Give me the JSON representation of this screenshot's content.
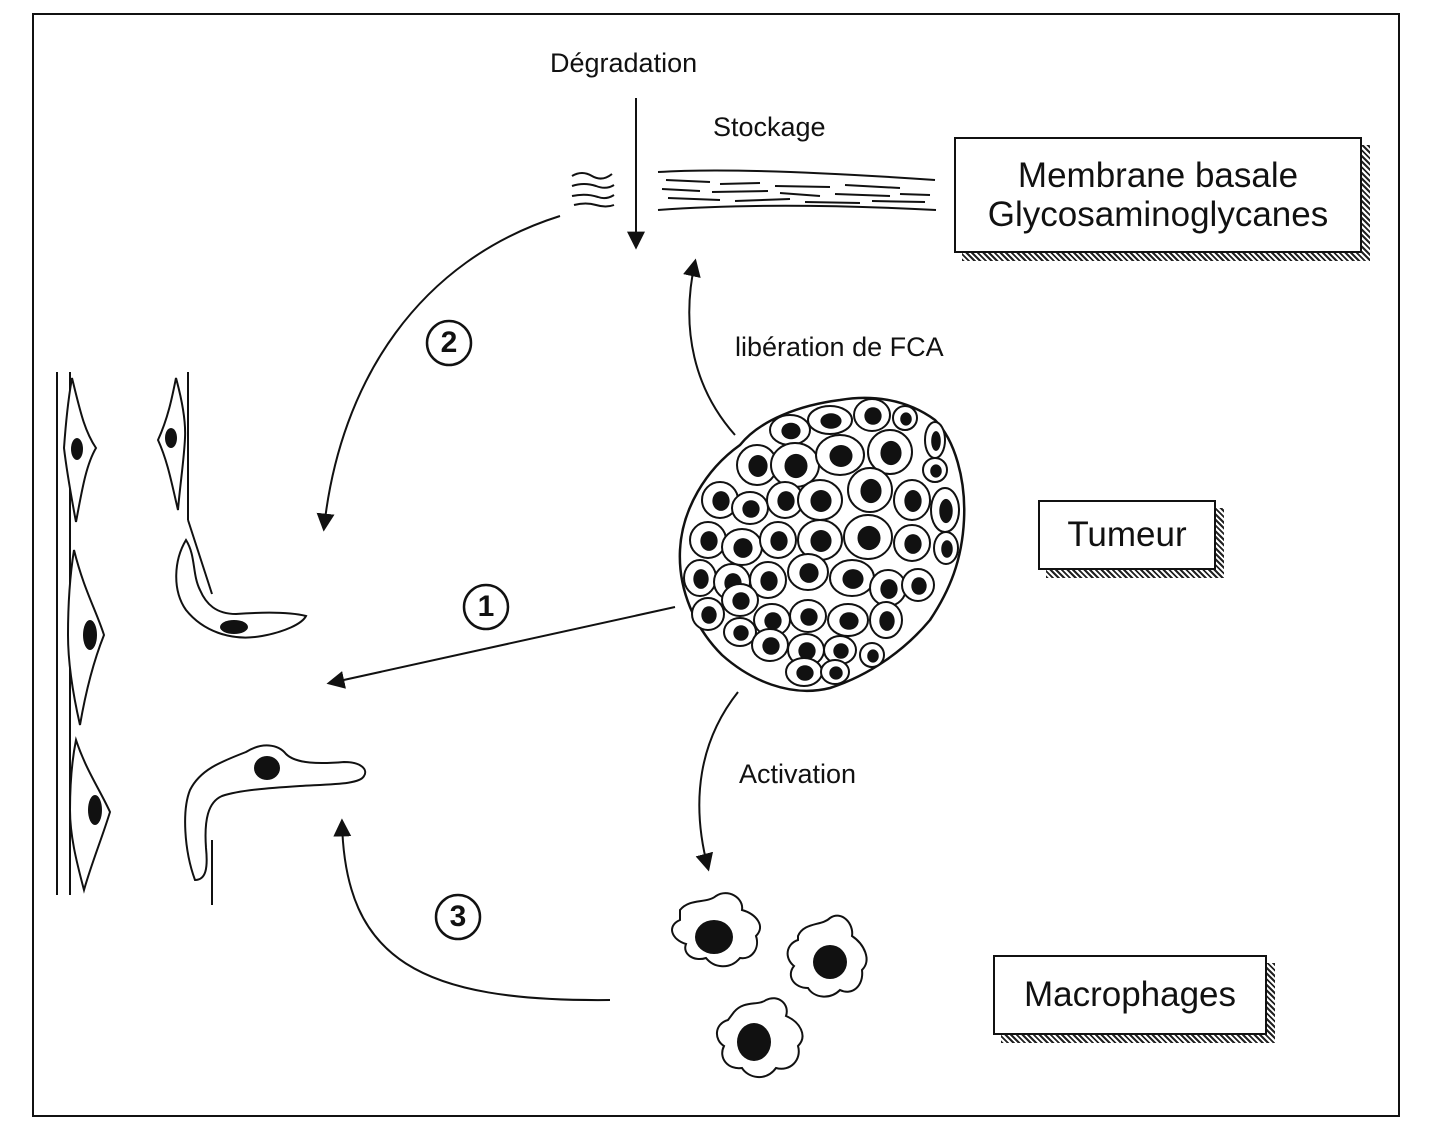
{
  "labels": {
    "degradation": "Dégradation",
    "stockage": "Stockage",
    "liberation": "libération de FCA",
    "activation": "Activation"
  },
  "steps": [
    "1",
    "2",
    "3"
  ],
  "boxes": {
    "membrane_line1": "Membrane basale",
    "membrane_line2": "Glycosaminoglycanes",
    "tumeur": "Tumeur",
    "macrophages": "Macrophages"
  }
}
